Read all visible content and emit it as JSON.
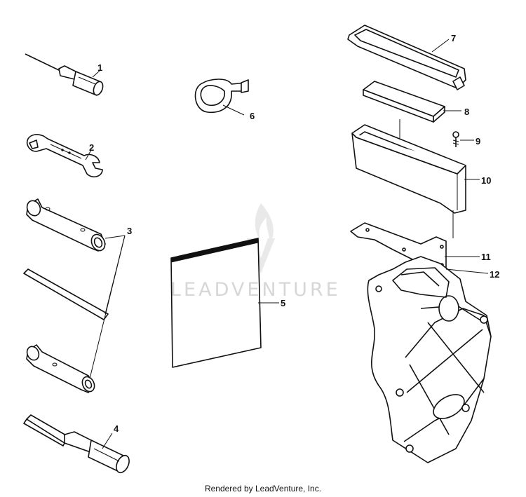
{
  "labels": {
    "p1": "1",
    "p2": "2",
    "p3": "3",
    "p4": "4",
    "p5": "5",
    "p6": "6",
    "p7": "7",
    "p8": "8",
    "p9": "9",
    "p10": "10",
    "p11": "11",
    "p12": "12"
  },
  "watermark": "LEADVENTURE",
  "footer": "Rendered by LeadVenture, Inc."
}
